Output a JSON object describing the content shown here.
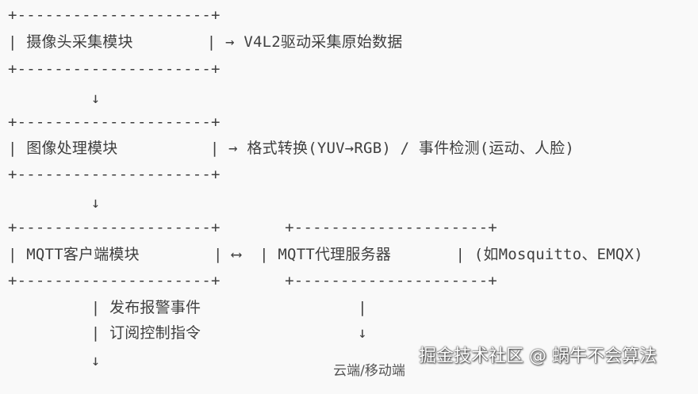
{
  "lines": [
    "+---------------------+",
    "| 摄像头采集模块        | → V4L2驱动采集原始数据",
    "+---------------------+",
    "         ↓",
    "+---------------------+",
    "| 图像处理模块          | → 格式转换(YUV→RGB) / 事件检测(运动、人脸)",
    "+---------------------+",
    "         ↓",
    "+---------------------+       +---------------------+",
    "| MQTT客户端模块        | ⟷  | MQTT代理服务器       | (如Mosquitto、EMQX)",
    "+---------------------+       +---------------------+",
    "         | 发布报警事件                 |",
    "         | 订阅控制指令                 ↓",
    "         ↓"
  ],
  "watermark": {
    "label": "云端/移动端",
    "site": "掘金技术社区 @ 蜗牛不会算法"
  }
}
